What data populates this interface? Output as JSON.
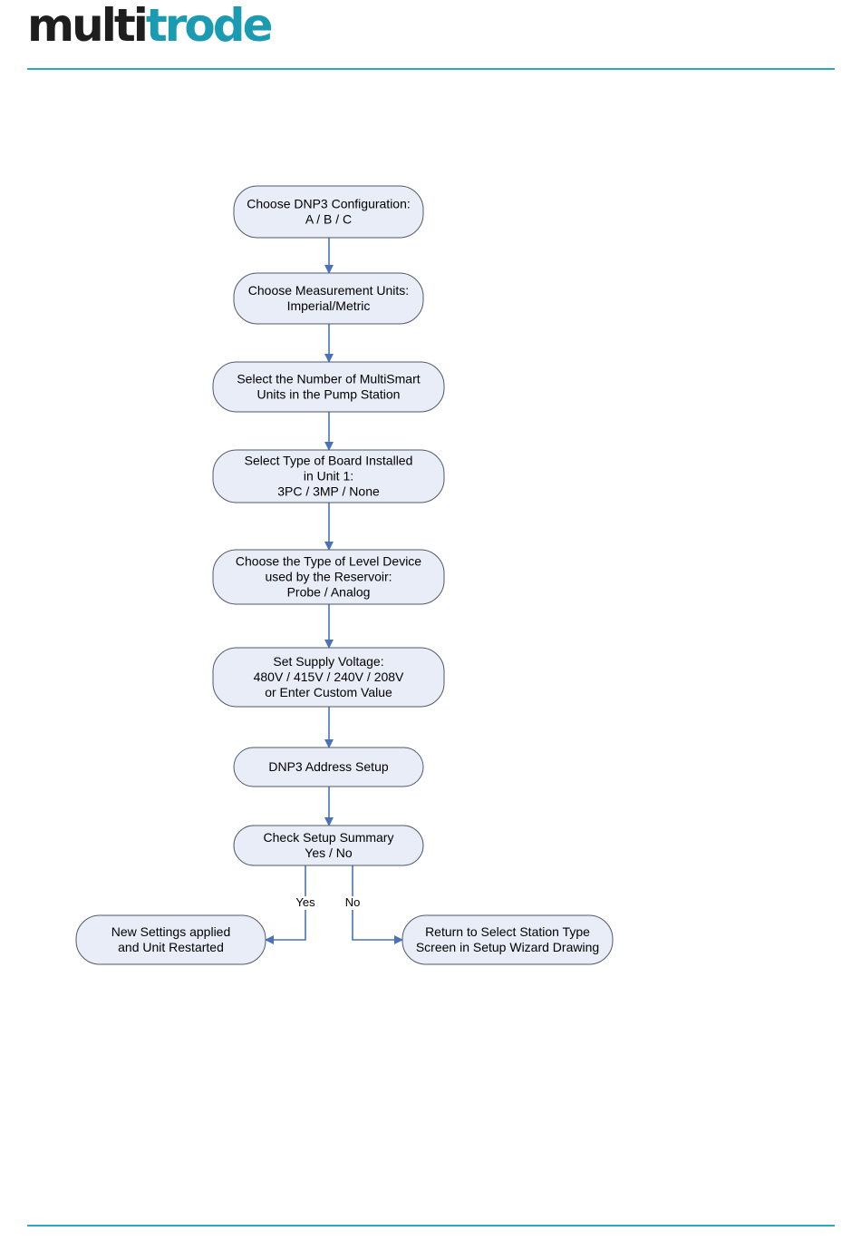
{
  "logo": {
    "part1": "multi",
    "part2": "trode",
    "color_dark": "#1e1e1e",
    "color_teal": "#1b9bb2"
  },
  "rule_color": "#2aa8c4",
  "flowchart": {
    "nodes": [
      {
        "id": "n1",
        "lines": [
          "Choose DNP3 Configuration:",
          "A / B / C"
        ]
      },
      {
        "id": "n2",
        "lines": [
          "Choose Measurement Units:",
          "Imperial/Metric"
        ]
      },
      {
        "id": "n3",
        "lines": [
          "Select the Number of MultiSmart",
          "Units in the Pump Station"
        ]
      },
      {
        "id": "n4",
        "lines": [
          "Select Type of Board Installed",
          "in Unit 1:",
          "3PC / 3MP / None"
        ]
      },
      {
        "id": "n5",
        "lines": [
          "Choose the Type of Level Device",
          "used by the Reservoir:",
          "Probe / Analog"
        ]
      },
      {
        "id": "n6",
        "lines": [
          "Set Supply Voltage:",
          "480V / 415V / 240V / 208V",
          "or Enter Custom Value"
        ]
      },
      {
        "id": "n7",
        "lines": [
          "DNP3 Address Setup"
        ]
      },
      {
        "id": "n8",
        "lines": [
          "Check Setup Summary",
          "Yes / No"
        ]
      },
      {
        "id": "n9",
        "lines": [
          "New Settings applied",
          "and Unit Restarted"
        ]
      },
      {
        "id": "n10",
        "lines": [
          "Return to Select Station Type",
          "Screen in Setup Wizard Drawing"
        ]
      }
    ],
    "edges": [
      {
        "from": "n1",
        "to": "n2",
        "label": ""
      },
      {
        "from": "n2",
        "to": "n3",
        "label": ""
      },
      {
        "from": "n3",
        "to": "n4",
        "label": ""
      },
      {
        "from": "n4",
        "to": "n5",
        "label": ""
      },
      {
        "from": "n5",
        "to": "n6",
        "label": ""
      },
      {
        "from": "n6",
        "to": "n7",
        "label": ""
      },
      {
        "from": "n7",
        "to": "n8",
        "label": ""
      },
      {
        "from": "n8",
        "to": "n9",
        "label": "Yes"
      },
      {
        "from": "n8",
        "to": "n10",
        "label": "No"
      }
    ],
    "colors": {
      "node_fill": "#e8edf7",
      "node_stroke": "#50596a",
      "edge": "#4a72b8"
    }
  }
}
